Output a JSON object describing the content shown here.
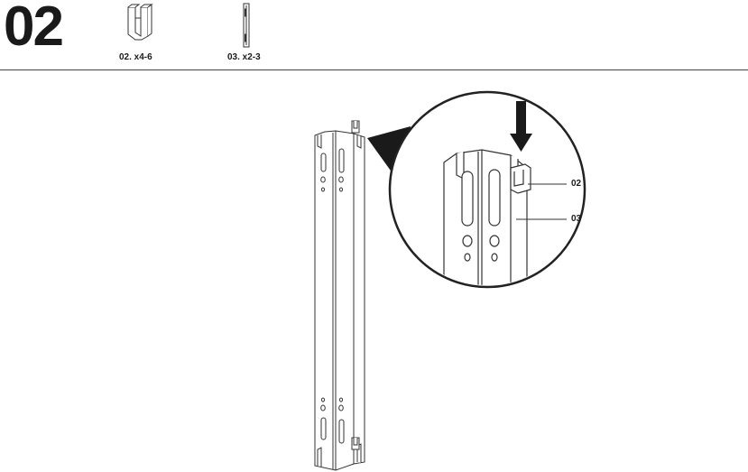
{
  "header": {
    "step_number": "02",
    "parts": [
      {
        "id": "02",
        "label": "02. x4-6",
        "icon": "clip-connector-icon"
      },
      {
        "id": "03",
        "label": "03. x2-3",
        "icon": "upright-post-icon"
      }
    ]
  },
  "diagram": {
    "callouts": [
      {
        "label": "02"
      },
      {
        "label": "03"
      }
    ],
    "arrow_icon": "down-arrow-icon"
  }
}
